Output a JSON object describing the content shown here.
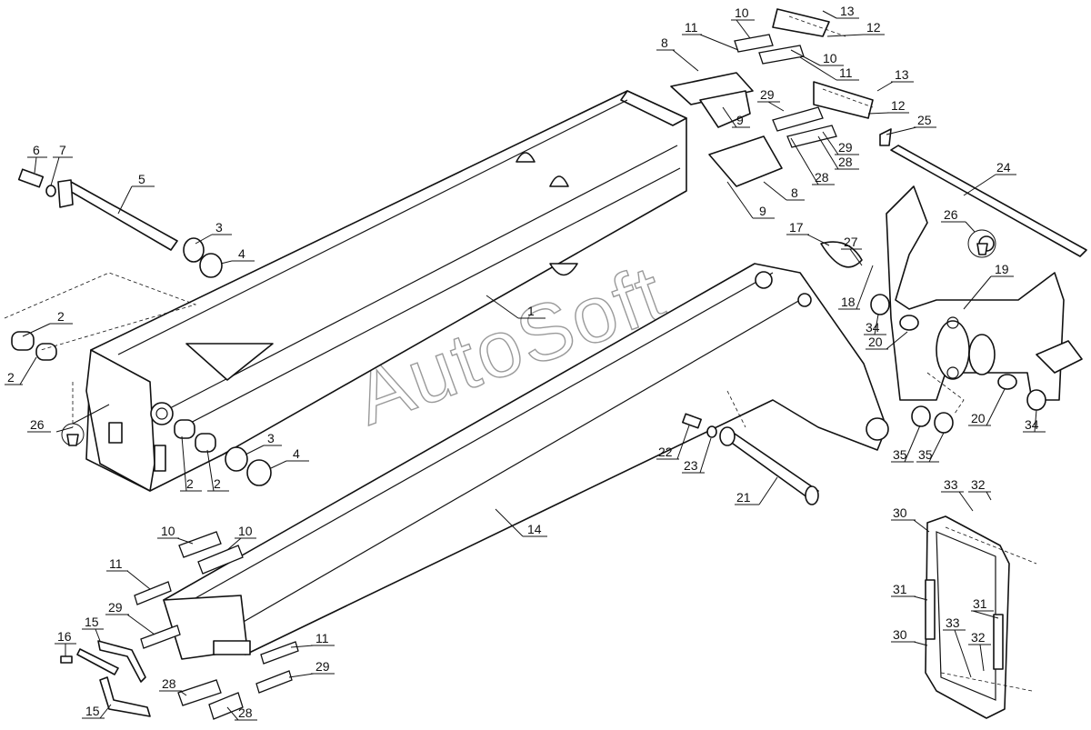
{
  "watermark": "AutoSoft",
  "callouts": [
    {
      "text": "1"
    },
    {
      "text": "2"
    },
    {
      "text": "2"
    },
    {
      "text": "2"
    },
    {
      "text": "2"
    },
    {
      "text": "3"
    },
    {
      "text": "3"
    },
    {
      "text": "4"
    },
    {
      "text": "4"
    },
    {
      "text": "5"
    },
    {
      "text": "6"
    },
    {
      "text": "7"
    },
    {
      "text": "8"
    },
    {
      "text": "8"
    },
    {
      "text": "9"
    },
    {
      "text": "9"
    },
    {
      "text": "10"
    },
    {
      "text": "10"
    },
    {
      "text": "10"
    },
    {
      "text": "10"
    },
    {
      "text": "11"
    },
    {
      "text": "11"
    },
    {
      "text": "11"
    },
    {
      "text": "11"
    },
    {
      "text": "12"
    },
    {
      "text": "12"
    },
    {
      "text": "13"
    },
    {
      "text": "13"
    },
    {
      "text": "14"
    },
    {
      "text": "15"
    },
    {
      "text": "15"
    },
    {
      "text": "16"
    },
    {
      "text": "17"
    },
    {
      "text": "18"
    },
    {
      "text": "19"
    },
    {
      "text": "20"
    },
    {
      "text": "20"
    },
    {
      "text": "21"
    },
    {
      "text": "22"
    },
    {
      "text": "23"
    },
    {
      "text": "24"
    },
    {
      "text": "25"
    },
    {
      "text": "26"
    },
    {
      "text": "26"
    },
    {
      "text": "27"
    },
    {
      "text": "28"
    },
    {
      "text": "28"
    },
    {
      "text": "28"
    },
    {
      "text": "28"
    },
    {
      "text": "29"
    },
    {
      "text": "29"
    },
    {
      "text": "29"
    },
    {
      "text": "29"
    },
    {
      "text": "30"
    },
    {
      "text": "30"
    },
    {
      "text": "31"
    },
    {
      "text": "31"
    },
    {
      "text": "32"
    },
    {
      "text": "32"
    },
    {
      "text": "33"
    },
    {
      "text": "33"
    },
    {
      "text": "34"
    },
    {
      "text": "34"
    },
    {
      "text": "35"
    },
    {
      "text": "35"
    }
  ]
}
